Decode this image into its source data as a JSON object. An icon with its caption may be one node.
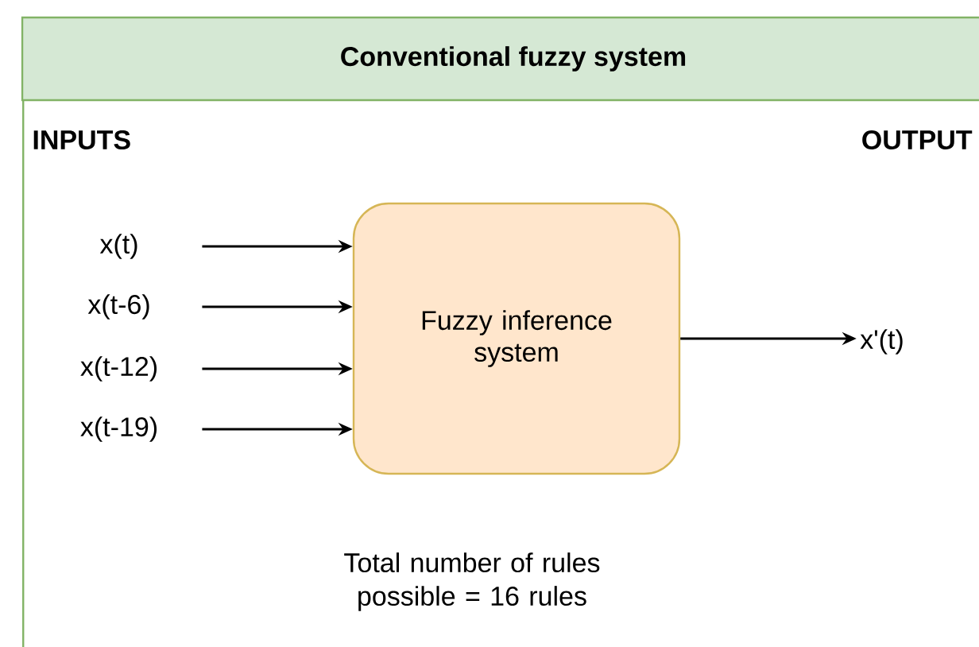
{
  "diagram": {
    "nodes": [
      {
        "text": [
          "Conventional fuzzy system"
        ]
      },
      {
        "text": [
          "x(t)"
        ],
        "in": 0
      },
      {
        "text": [
          "x(t-6)"
        ],
        "in": 0
      },
      {
        "text": [
          "x(t-12)"
        ],
        "in": 0
      },
      {
        "text": [
          "x(t-19)"
        ],
        "in": 0
      },
      {
        "text": [
          "Fuzzy inference system"
        ],
        "in": 0
      },
      {
        "text": [
          "x'(t)"
        ],
        "in": 0
      }
    ],
    "edges": [
      {
        "from": 1,
        "to": 5,
        "arrow": "to"
      },
      {
        "from": 2,
        "to": 5,
        "arrow": "to"
      },
      {
        "from": 3,
        "to": 5,
        "arrow": "to"
      },
      {
        "from": 4,
        "to": 5,
        "arrow": "to"
      },
      {
        "from": 5,
        "to": 6,
        "arrow": "to"
      }
    ],
    "labels": [
      "INPUTS",
      "OUTPUT",
      "Total number of rules possible = 16 rules"
    ]
  }
}
